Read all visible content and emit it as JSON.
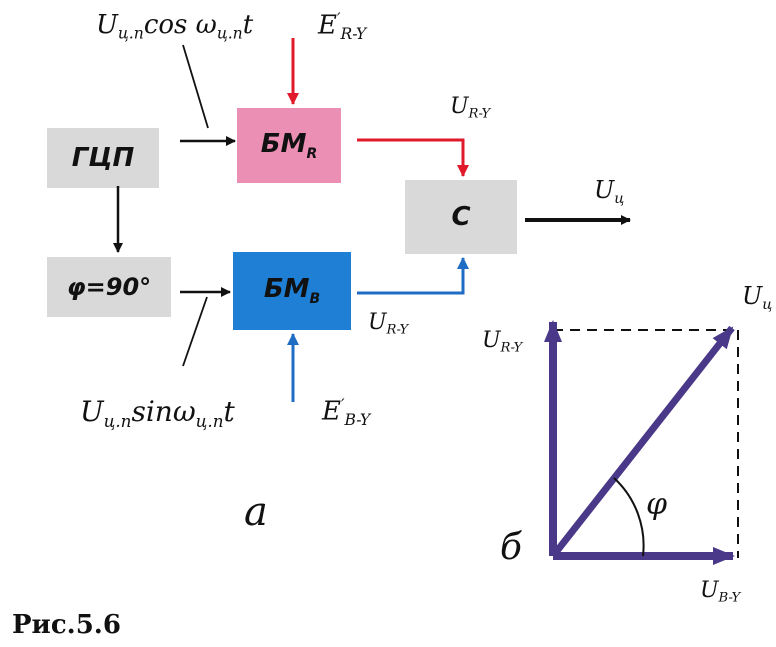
{
  "blocks": {
    "gcp": "ГЦП",
    "phase": "φ=90°",
    "bm_r_main": "БМ",
    "bm_r_sub": "R",
    "bm_b_main": "БМ",
    "bm_b_sub": "B",
    "sum": "С"
  },
  "signals": {
    "u_cos_main": "U",
    "u_cos_sub": "ц.п",
    "u_cos_rest": "cos ω",
    "u_cos_sub2": "ц.п",
    "u_cos_t": "t",
    "u_sin_main": "U",
    "u_sin_sub": "ц.п",
    "u_sin_rest": "sinω",
    "u_sin_sub2": "ц.п",
    "u_sin_t": "t",
    "e_ry_main": "E",
    "e_ry_sup": "′",
    "e_ry_sub": "R-Y",
    "e_by_main": "E",
    "e_by_sup": "′",
    "e_by_sub": "B-Y",
    "u_ry_out_main": "U",
    "u_ry_out_sub": "R-Y",
    "u_ry_out2_main": "U",
    "u_ry_out2_sub": "R-Y",
    "u_c_main": "U",
    "u_c_sub": "ц"
  },
  "panel_a": {
    "label": "а"
  },
  "panel_b": {
    "label": "б",
    "u_c_main": "U",
    "u_c_sub": "ц",
    "u_ry_main": "U",
    "u_ry_sub": "R-Y",
    "u_by_main": "U",
    "u_by_sub": "B-Y",
    "angle": "φ"
  },
  "caption": "Рис.5.6",
  "colors": {
    "red_path": "#e0192b",
    "blue_path": "#1f6cc4",
    "vector": "#4a3888",
    "gray_block": "#d9d9d9",
    "pink_block": "#ec8fb5",
    "blue_block": "#1e7fd4"
  }
}
